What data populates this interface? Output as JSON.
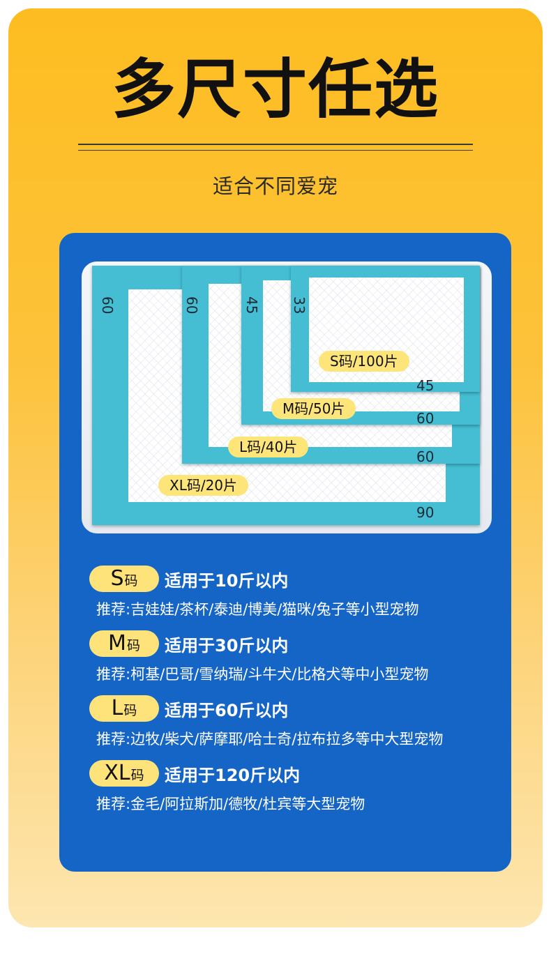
{
  "header": {
    "title": "多尺寸任选",
    "subtitle": "适合不同爱宠"
  },
  "photo": {
    "pads": [
      {
        "tag": "S码/100片",
        "width_label": "45",
        "height_label": "33"
      },
      {
        "tag": "M码/50片",
        "width_label": "60",
        "height_label": "45"
      },
      {
        "tag": "L码/40片",
        "width_label": "60",
        "height_label": "60"
      },
      {
        "tag": "XL码/20片",
        "width_label": "90",
        "height_label": "60"
      }
    ]
  },
  "sizes": [
    {
      "size": "S",
      "unit": "码",
      "fit": "适用于10斤以内",
      "recommend": "推荐:吉娃娃/茶杯/泰迪/博美/猫咪/兔子等小型宠物"
    },
    {
      "size": "M",
      "unit": "码",
      "fit": "适用于30斤以内",
      "recommend": "推荐:柯基/巴哥/雪纳瑞/斗牛犬/比格犬等中小型宠物"
    },
    {
      "size": "L",
      "unit": "码",
      "fit": "适用于60斤以内",
      "recommend": "推荐:边牧/柴犬/萨摩耶/哈士奇/拉布拉多等中大型宠物"
    },
    {
      "size": "XL",
      "unit": "码",
      "fit": "适用于120斤以内",
      "recommend": "推荐:金毛/阿拉斯加/德牧/杜宾等大型宠物"
    }
  ],
  "colors": {
    "background": "#fdbd21",
    "panel": "#1565c6",
    "badge": "#fde37a",
    "pad_border": "#45bdd2"
  }
}
